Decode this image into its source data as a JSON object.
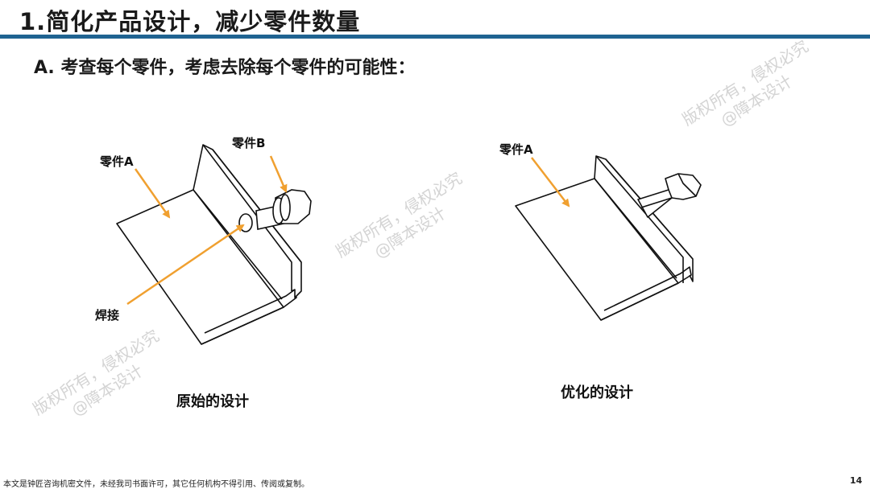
{
  "header": {
    "title": "1.简化产品设计，减少零件数量",
    "subtitle": "A. 考查每个零件，考虑去除每个零件的可能性："
  },
  "figures": {
    "original": {
      "label_part_a": "零件A",
      "label_part_b": "零件B",
      "label_weld": "焊接",
      "caption": "原始的设计"
    },
    "optimized": {
      "label_part_a": "零件A",
      "caption": "优化的设计"
    }
  },
  "footer": {
    "notice": "本文是钟匠咨询机密文件，未经我司书面许可，其它任何机构不得引用、传阅或复制。",
    "page_number": "14"
  },
  "watermark": {
    "line1": "版权所有，侵权必究",
    "line2": "@障本设计"
  },
  "colors": {
    "title_bar": "#1f6391",
    "arrow": "#f0a030",
    "line": "#111111"
  }
}
